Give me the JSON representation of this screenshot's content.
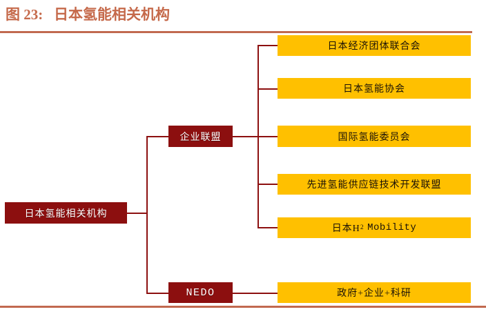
{
  "title": {
    "prefix": "图 23:",
    "text": "日本氢能相关机构",
    "full": "图 23:   日本氢能相关机构",
    "color": "#C5694A"
  },
  "rules": {
    "top_color": "#C1694F",
    "bottom_color": "#C1694F"
  },
  "colors": {
    "node_dark_bg": "#8C0F0F",
    "node_dark_text": "#FFFFFF",
    "node_orange_bg": "#FFC000",
    "node_orange_text": "#1A1208",
    "connector": "#8C0F0F"
  },
  "chart_data": {
    "type": "diagram",
    "title": "日本氢能相关机构",
    "layout": "horizontal-tree",
    "root": {
      "id": "root",
      "label": "日本氢能相关机构",
      "style": "dark"
    },
    "branches": [
      {
        "id": "enterprise-alliance",
        "label": "企业联盟",
        "style": "dark",
        "children": [
          {
            "id": "keidanren",
            "label": "日本经济团体联合会",
            "style": "orange"
          },
          {
            "id": "hess",
            "label": "日本氢能协会",
            "style": "orange"
          },
          {
            "id": "hydrogen-council",
            "label": "国际氢能委员会",
            "style": "orange"
          },
          {
            "id": "jh2a",
            "label": "先进氢能供应链技术开发联盟",
            "style": "orange"
          },
          {
            "id": "jhym",
            "label": "日本H2 Mobility",
            "label_html": "日本H<sub>2</sub> Mobility",
            "style": "orange"
          }
        ]
      },
      {
        "id": "nedo",
        "label": "NEDO",
        "style": "dark",
        "children": [
          {
            "id": "gov-ent-research",
            "label": "政府+企业+科研",
            "style": "orange"
          }
        ]
      }
    ]
  },
  "nodes": {
    "root": "日本氢能相关机构",
    "enterprise_alliance": "企业联盟",
    "nedo": "NEDO",
    "orange_1": "日本经济团体联合会",
    "orange_2": "日本氢能协会",
    "orange_3": "国际氢能委员会",
    "orange_4": "先进氢能供应链技术开发联盟",
    "orange_5_prefix": "日本H",
    "orange_5_sub": "2",
    "orange_5_suffix": "Mobility",
    "orange_6": "政府+企业+科研"
  }
}
